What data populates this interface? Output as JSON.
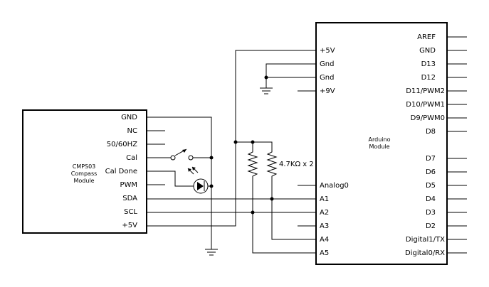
{
  "cmps03": {
    "name_lines": [
      "CMPS03",
      "Compass",
      "Module"
    ],
    "pins": [
      "GND",
      "NC",
      "50/60HZ",
      "Cal",
      "Cal Done",
      "PWM",
      "SDA",
      "SCL",
      "+5V"
    ]
  },
  "arduino": {
    "name_lines": [
      "Arduino",
      "Module"
    ],
    "left_top_pins": [
      "+5V",
      "Gnd",
      "Gnd",
      "+9V"
    ],
    "left_analog_pins": [
      "Analog0",
      "A1",
      "A2",
      "A3",
      "A4",
      "A5"
    ],
    "right_pins": [
      "AREF",
      "GND",
      "D13",
      "D12",
      "D11/PWM2",
      "D10/PWM1",
      "D9/PWM0",
      "D8",
      "",
      "D7",
      "D6",
      "D5",
      "D4",
      "D3",
      "D2",
      "Digital1/TX",
      "Digital0/RX"
    ]
  },
  "resistors": {
    "label": "4.7KΩ x 2"
  },
  "icons": [
    "cal-pushbutton-icon",
    "led-icon",
    "ground-symbol-icon",
    "resistor-icon",
    "junction-dot-icon"
  ]
}
